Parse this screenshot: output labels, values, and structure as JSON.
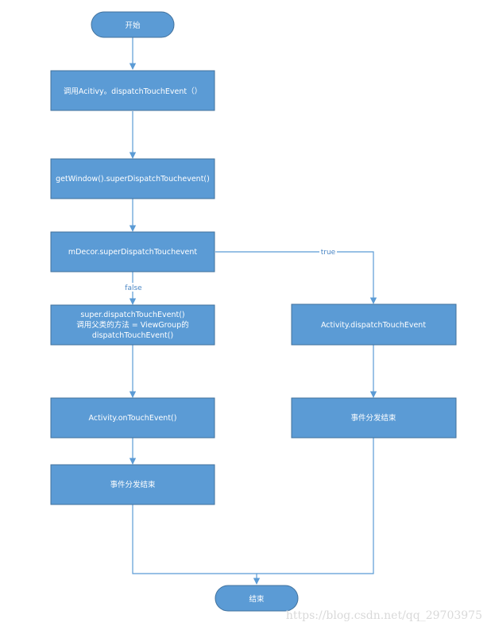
{
  "nodes": {
    "start": "开始",
    "activity_dispatch": "调用Acitivy。dispatchTouchEvent（）",
    "get_window": "getWindow().superDispatchTouchevent()",
    "mdecor": "mDecor.superDispatchTouchevent",
    "super_dispatch": [
      "super.dispatchTouchEvent()",
      "调用父类的方法 = ViewGroup的",
      "dispatchTouchEvent()"
    ],
    "activity_dispatch_right": "Activity.dispatchTouchEvent",
    "on_touch": "Activity.onTouchEvent()",
    "end_left": "事件分发结束",
    "end_right": "事件分发结束",
    "end": "结束"
  },
  "edges": {
    "true_label": "true",
    "false_label": "false"
  },
  "watermark": "https://blog.csdn.net/qq_29703975",
  "colors": {
    "node_fill": "#5b9bd5",
    "node_stroke": "#41719c",
    "edge": "#5b9bd5"
  }
}
